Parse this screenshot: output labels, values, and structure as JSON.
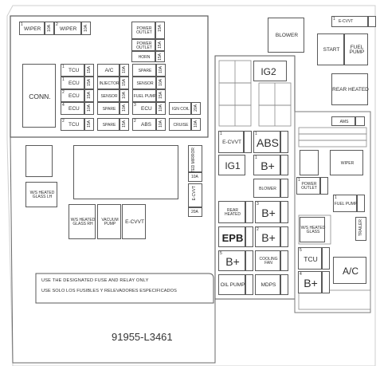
{
  "part_number": "91955-L3461",
  "notice": {
    "line1": "USE THE DESIGNATED FUSE AND RELAY ONLY",
    "line2": "USE SOLO LOS FUSIBLES Y RELEVADORES ESPECIFICADOS"
  },
  "left": {
    "wiper1": "WIPER",
    "wiper2": "WIPER",
    "conn": "CONN.",
    "power_outlet1": "POWER OUTLET",
    "power_outlet2": "POWER OUTLET",
    "horn": "HORN",
    "tcu": "TCU",
    "ac": "A/C",
    "spare1": "SPARE",
    "ecu1": "ECU",
    "injector": "INJECTOR",
    "sensor1": "SENSOR",
    "ecu2": "ECU",
    "sensor2": "SENSOR",
    "fuel_pump_fuse": "FUEL PUMP",
    "ecu3": "ECU",
    "spare2": "SPARE",
    "ecu4": "ECU",
    "ign_coil": "IGN COIL",
    "tcu2": "TCU",
    "spare3": "SPARE",
    "abs1": "ABS",
    "cruise": "CRUISE",
    "heated_glass_lh": "W/S HEATED GLASS LH",
    "heated_glass_rh": "W/S HEATED GLASS RH",
    "vacuum_pump": "VACUUM PUMP",
    "e_cvvt1": "E-CVVT",
    "heated_mirror": "HEATED MIRROR",
    "e_cvvt_small": "E-CVVT",
    "amp10a": "10A",
    "amp20a": "20A"
  },
  "right": {
    "blower_relay": "BLOWER",
    "e_cvvt_top": "E-CVVT",
    "start": "START",
    "fuel_pump": "FUEL PUMP",
    "rear_heated_relay": "REAR HEATED",
    "ig2": "IG2",
    "e_cvvt2": "E-CVVT",
    "abs2": "ABS",
    "ig1": "IG1",
    "b_plus1": "B+",
    "blower": "BLOWER",
    "rear_heated": "REAR HEATED",
    "b_plus2": "B+",
    "epb": "EPB",
    "b_plus3": "B+",
    "b_plus4": "B+",
    "cooling_fan": "COOLING FAN",
    "oil_pump": "OIL PUMP",
    "mdps": "MDPS",
    "tcu": "TCU",
    "b_plus5": "B+",
    "ac": "A/C",
    "ams": "AMS",
    "power_outlet": "POWER OUTLET",
    "fuel_pump_small": "FUEL PUMP",
    "wiper_small": "WIPER",
    "heated_glass": "W/S HEATED GLASS",
    "trailer": "TRAILER"
  }
}
